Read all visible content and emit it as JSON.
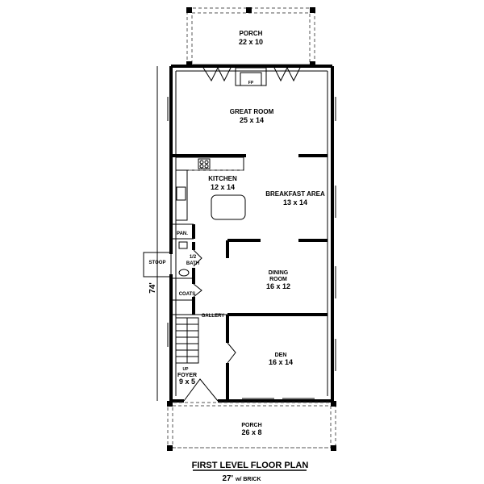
{
  "plan_title": "FIRST LEVEL FLOOR PLAN",
  "width_label": "27'",
  "width_note": "w/ BRICK",
  "depth_label": "74'",
  "rooms": {
    "porch_rear": {
      "name": "PORCH",
      "size": "22 x 10"
    },
    "fireplace": {
      "name": "FP"
    },
    "great_room": {
      "name": "GREAT ROOM",
      "size": "25 x 14"
    },
    "kitchen": {
      "name": "KITCHEN",
      "size": "12 x 14"
    },
    "breakfast": {
      "name": "BREAKFAST AREA",
      "size": "13 x 14"
    },
    "pantry": {
      "name": "PAN."
    },
    "half_bath": {
      "name_line1": "1/2",
      "name_line2": "BATH"
    },
    "stoop": {
      "name": "STOOP"
    },
    "coats": {
      "name": "COATS"
    },
    "gallery": {
      "name": "GALLERY"
    },
    "dining": {
      "name_line1": "DINING",
      "name_line2": "ROOM",
      "size": "16 x 12"
    },
    "den": {
      "name": "DEN",
      "size": "16 x 14"
    },
    "stairs": {
      "name": "UP"
    },
    "foyer": {
      "name": "FOYER",
      "size": "9 x 5"
    },
    "porch_front": {
      "name": "PORCH",
      "size": "26 x 8"
    }
  }
}
